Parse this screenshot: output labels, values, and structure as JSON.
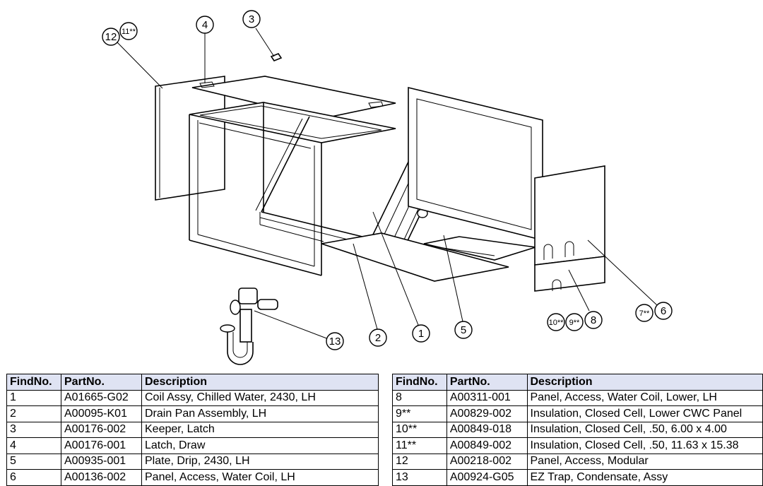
{
  "callouts": {
    "c12": "12",
    "c11": "11**",
    "c4": "4",
    "c3": "3",
    "c2": "2",
    "c1": "1",
    "c5": "5",
    "c13": "13",
    "c10": "10**",
    "c9": "9**",
    "c8": "8",
    "c7": "7**",
    "c6": "6"
  },
  "tables": {
    "headers": {
      "find": "FindNo.",
      "part": "PartNo.",
      "desc": "Description"
    },
    "left": [
      {
        "find": "1",
        "part": "A01665-G02",
        "desc": "Coil Assy, Chilled Water, 2430, LH"
      },
      {
        "find": "2",
        "part": "A00095-K01",
        "desc": "Drain Pan Assembly, LH"
      },
      {
        "find": "3",
        "part": "A00176-002",
        "desc": "Keeper, Latch"
      },
      {
        "find": "4",
        "part": "A00176-001",
        "desc": "Latch, Draw"
      },
      {
        "find": "5",
        "part": "A00935-001",
        "desc": "Plate, Drip, 2430, LH"
      },
      {
        "find": "6",
        "part": "A00136-002",
        "desc": "Panel, Access, Water Coil, LH"
      }
    ],
    "right": [
      {
        "find": "8",
        "part": "A00311-001",
        "desc": "Panel, Access, Water Coil, Lower, LH"
      },
      {
        "find": "9**",
        "part": "A00829-002",
        "desc": "Insulation, Closed Cell, Lower CWC Panel"
      },
      {
        "find": "10**",
        "part": "A00849-018",
        "desc": "Insulation, Closed Cell, .50, 6.00 x 4.00"
      },
      {
        "find": "11**",
        "part": "A00849-002",
        "desc": "Insulation, Closed Cell, .50, 11.63 x 15.38"
      },
      {
        "find": "12",
        "part": "A00218-002",
        "desc": "Panel, Access, Modular"
      },
      {
        "find": "13",
        "part": "A00924-G05",
        "desc": "EZ Trap, Condensate, Assy"
      }
    ]
  }
}
